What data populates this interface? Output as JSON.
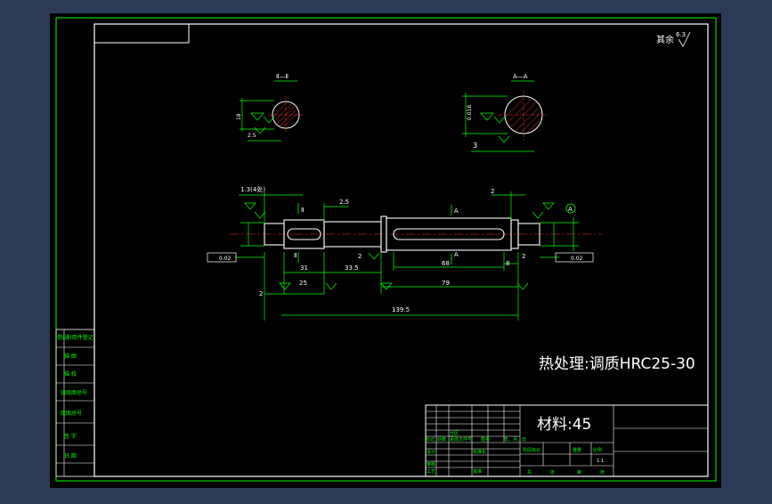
{
  "drawing": {
    "surface_roughness_note": "其余",
    "surface_roughness_value": "6.3",
    "section_label_1": "Ⅱ—Ⅱ",
    "section_label_2": "A—A",
    "heat_treatment": "热处理:调质HRC25-30",
    "material": "材料:45",
    "dims": {
      "d_2_5": "2.5",
      "d_3": "3",
      "d_tol_018": "0.018",
      "d_18": "18",
      "d_1_3": "1.3(4处)",
      "d_top_2_5": "2.5",
      "d_top_2": "2",
      "d_A_top": "A",
      "d_A_bottom": "A",
      "d_II_top": "Ⅱ",
      "d_II_bottom": "Ⅱ",
      "d_31": "31",
      "d_33_5": "33.5",
      "d_2_mid": "2",
      "d_2_left": "2",
      "d_2_right": "2",
      "d_25": "25",
      "d_68": "68",
      "d_79": "79",
      "d_8": "8",
      "d_139_5": "139.5",
      "circle_A": "A",
      "tol_box_left": "0.02",
      "tol_box_right": "0.02"
    },
    "left_strip": [
      "借(通)用件登记",
      "描 图",
      "描 校",
      "旧底图总号",
      "底图总号",
      "签 字",
      "日 期"
    ],
    "title_block": {
      "row_labels": [
        "标记",
        "处数",
        "分区",
        "更改文件号",
        "签名",
        "年、月、日"
      ],
      "design": "设计",
      "check": "审核",
      "process": "工艺",
      "standard": "标准化",
      "approve": "批准",
      "stage_mark": "阶段标记",
      "weight": "重量",
      "scale": "比例",
      "scale_value": "1:1",
      "sheets": "共",
      "sheet": "第",
      "zhang": "张"
    }
  }
}
